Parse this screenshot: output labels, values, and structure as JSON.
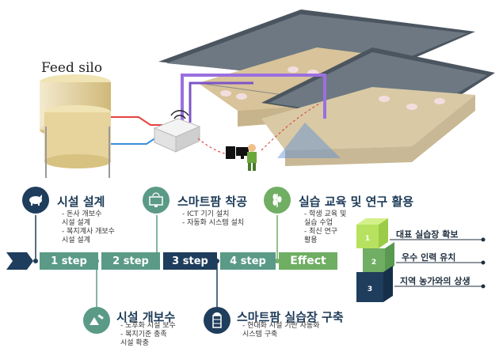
{
  "scene": {
    "feed_silo_label": "Feed silo"
  },
  "steps": [
    {
      "label": "1 step",
      "title": "시설 설계",
      "bullets": [
        "돈사 개보수\n시설 설계",
        "복지계사 개보수\n시설 설계"
      ],
      "icon": "pig-icon"
    },
    {
      "label": "2 step",
      "title": "시설 개보수",
      "bullets": [
        "노후화 시설 보수",
        "복지기준 충족\n시설 확충"
      ],
      "icon": "repair-icon"
    },
    {
      "label": "3 step",
      "title": "스마트팜 착공",
      "bullets": [
        "ICT 기기 설치",
        "자동화 시스템 설치"
      ],
      "icon": "monitor-icon"
    },
    {
      "label": "4 step",
      "title": "스마트팜 실습장 구축",
      "bullets": [
        "현대화 시설 기반 자동화\n시스템 구축"
      ],
      "icon": "silo-icon"
    },
    {
      "label": "Effect",
      "title": "실습 교육 및 연구 활용",
      "bullets": [
        "학생 교육 및\n실습 수업",
        "최신 연구\n활용"
      ],
      "icon": "wheat-icon"
    }
  ],
  "goals": [
    {
      "num": "1",
      "label": "대표 실습장 확보"
    },
    {
      "num": "2",
      "label": "우수 인력 유치"
    },
    {
      "num": "3",
      "label": "지역 농가와의 상생"
    }
  ],
  "colors": {
    "navy": "#1f3d5c",
    "teal": "#5a9a86",
    "green": "#6fae63",
    "lime": "#b6e25f"
  }
}
